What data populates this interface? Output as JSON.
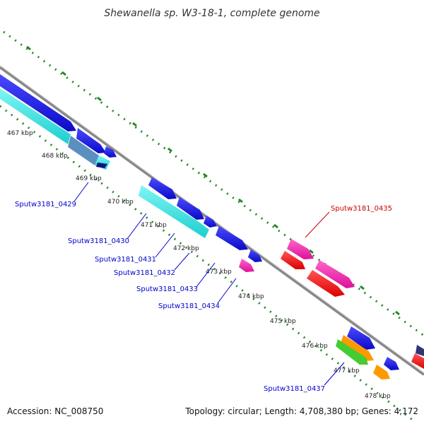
{
  "title": "Shewanella sp. W3-18-1, complete genome",
  "ticks": [
    "467 kbp",
    "468 kbp",
    "469 kbp",
    "470 kbp",
    "471 kbp",
    "472 kbp",
    "473 kbp",
    "474 kbp",
    "475 kbp",
    "476 kbp",
    "477 kbp",
    "478 kbp"
  ],
  "gene_labels": [
    {
      "text": "Sputw3181_0429",
      "color": "#0000cc"
    },
    {
      "text": "Sputw3181_0430",
      "color": "#0000cc"
    },
    {
      "text": "Sputw3181_0431",
      "color": "#0000cc"
    },
    {
      "text": "Sputw3181_0432",
      "color": "#0000cc"
    },
    {
      "text": "Sputw3181_0433",
      "color": "#0000cc"
    },
    {
      "text": "Sputw3181_0434",
      "color": "#0000cc"
    },
    {
      "text": "Sputw3181_0435",
      "color": "#cc0000"
    },
    {
      "text": "Sputw3181_0437",
      "color": "#0000cc"
    }
  ],
  "footer": {
    "accession": "Accession: NC_008750",
    "summary": "Topology: circular; Length: 4,708,380 bp; Genes: 4,172"
  },
  "colors": {
    "forward_cds": "#1010e0",
    "reverse_cds": "#ee1111",
    "cyan_feature": "#22dddd",
    "magenta_feature": "#ee22aa",
    "orange_feature": "#ff9900",
    "green_feature": "#33cc33",
    "backbone": "#888888",
    "dotted_track": "#228822"
  }
}
